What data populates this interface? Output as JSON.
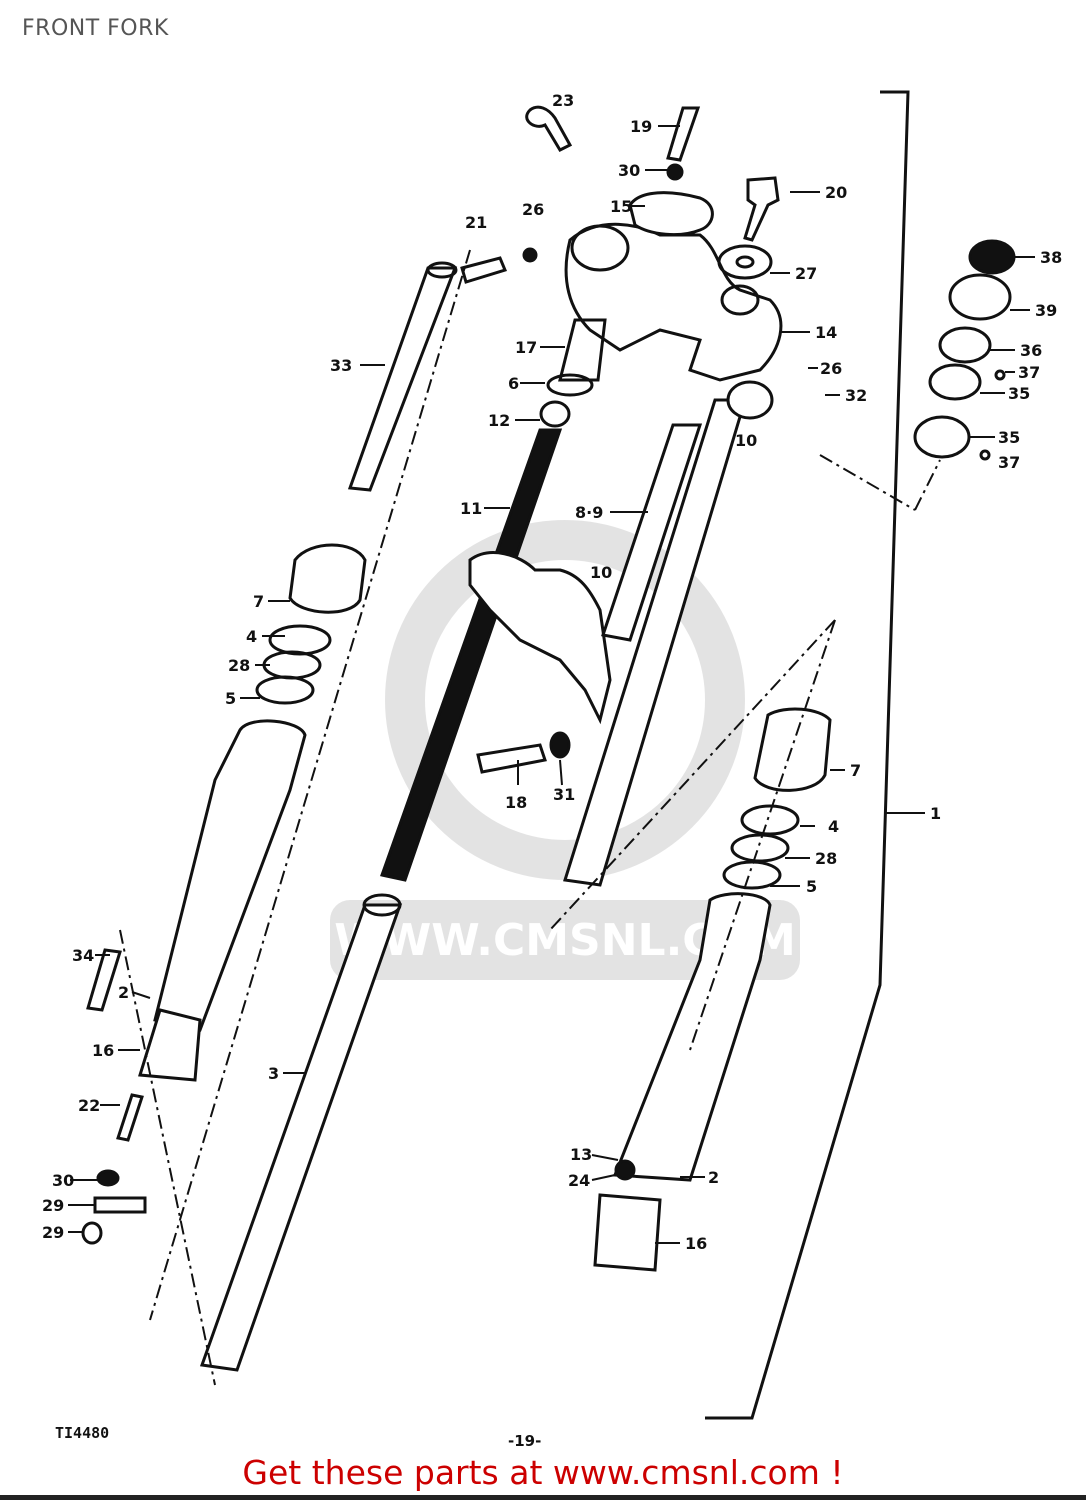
{
  "page": {
    "title": "FRONT FORK",
    "drawing_code": "TI4480",
    "page_number": "-19-",
    "footer_text": "Get these parts at www.cmsnl.com !",
    "watermark_text": "WWW.CMSNL.COM",
    "colors": {
      "footer": "#cc0000",
      "title": "#555555",
      "line": "#111111"
    }
  },
  "callouts": [
    {
      "id": "23",
      "label": "23"
    },
    {
      "id": "19",
      "label": "19"
    },
    {
      "id": "30a",
      "label": "30"
    },
    {
      "id": "15",
      "label": "15"
    },
    {
      "id": "20",
      "label": "20"
    },
    {
      "id": "21",
      "label": "21"
    },
    {
      "id": "26a",
      "label": "26"
    },
    {
      "id": "27",
      "label": "27"
    },
    {
      "id": "14",
      "label": "14"
    },
    {
      "id": "33",
      "label": "33"
    },
    {
      "id": "17",
      "label": "17"
    },
    {
      "id": "6",
      "label": "6"
    },
    {
      "id": "26b",
      "label": "26"
    },
    {
      "id": "32",
      "label": "32"
    },
    {
      "id": "12",
      "label": "12"
    },
    {
      "id": "11",
      "label": "11"
    },
    {
      "id": "8-9",
      "label": "8·9"
    },
    {
      "id": "10a",
      "label": "10"
    },
    {
      "id": "10b",
      "label": "10"
    },
    {
      "id": "38",
      "label": "38"
    },
    {
      "id": "39",
      "label": "39"
    },
    {
      "id": "36",
      "label": "36"
    },
    {
      "id": "37a",
      "label": "37"
    },
    {
      "id": "35a",
      "label": "35"
    },
    {
      "id": "35b",
      "label": "35"
    },
    {
      "id": "37b",
      "label": "37"
    },
    {
      "id": "7a",
      "label": "7"
    },
    {
      "id": "4a",
      "label": "4"
    },
    {
      "id": "28a",
      "label": "28"
    },
    {
      "id": "5a",
      "label": "5"
    },
    {
      "id": "18",
      "label": "18"
    },
    {
      "id": "31",
      "label": "31"
    },
    {
      "id": "7b",
      "label": "7"
    },
    {
      "id": "1",
      "label": "1"
    },
    {
      "id": "4b",
      "label": "4"
    },
    {
      "id": "28b",
      "label": "28"
    },
    {
      "id": "5b",
      "label": "5"
    },
    {
      "id": "34",
      "label": "34"
    },
    {
      "id": "2a",
      "label": "2"
    },
    {
      "id": "16a",
      "label": "16"
    },
    {
      "id": "22",
      "label": "22"
    },
    {
      "id": "3",
      "label": "3"
    },
    {
      "id": "30b",
      "label": "30"
    },
    {
      "id": "29a",
      "label": "29"
    },
    {
      "id": "29b",
      "label": "29"
    },
    {
      "id": "13",
      "label": "13"
    },
    {
      "id": "24",
      "label": "24"
    },
    {
      "id": "2b",
      "label": "2"
    },
    {
      "id": "16b",
      "label": "16"
    }
  ]
}
